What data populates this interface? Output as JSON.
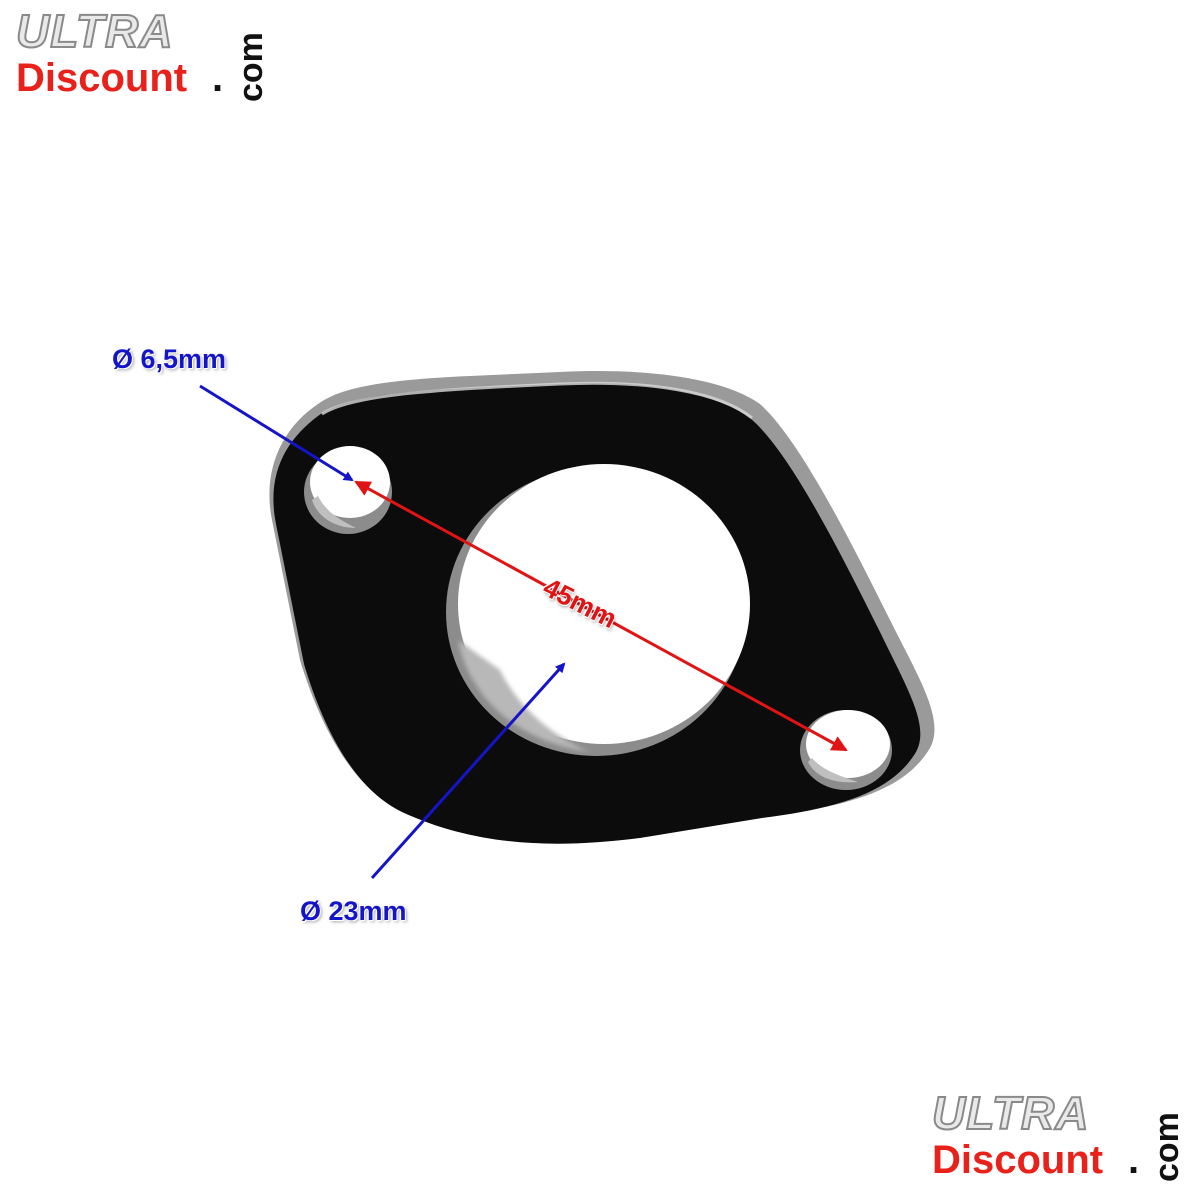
{
  "logo": {
    "ultra": "ULTRA",
    "discount": "Discount",
    "dot": ".",
    "com": "com",
    "colors": {
      "ultra_fill": "#e9e9e9",
      "ultra_stroke": "#8a8a8a",
      "discount": "#e8211b",
      "com": "#111111"
    }
  },
  "dimensions": {
    "hole_diameter": "Ø 6,5mm",
    "bore_diameter": "Ø 23mm",
    "hole_spacing": "45mm"
  },
  "colors": {
    "dimension_blue": "#1414c8",
    "dimension_red": "#e01414",
    "gasket": "#0c0c0c",
    "gasket_edge": "#b9b9b9"
  }
}
